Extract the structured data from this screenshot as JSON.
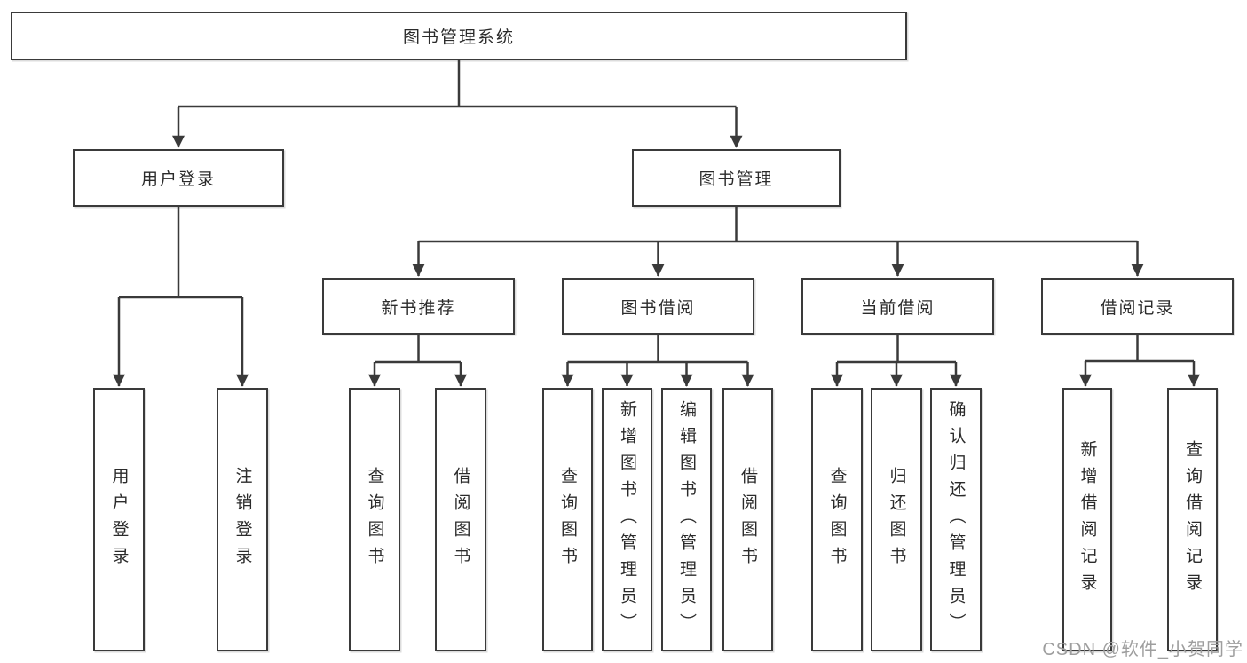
{
  "colors": {
    "line": "#3a3a3a",
    "text": "#2b2b2b",
    "watermark": "#9e9e9e"
  },
  "watermark": "CSDN @软件_小贺同学",
  "tree": {
    "label": "图书管理系统",
    "children": [
      {
        "label": "用户登录",
        "children": [
          {
            "label": "用户登录"
          },
          {
            "label": "注销登录"
          }
        ]
      },
      {
        "label": "图书管理",
        "children": [
          {
            "label": "新书推荐",
            "children": [
              {
                "label": "查询图书"
              },
              {
                "label": "借阅图书"
              }
            ]
          },
          {
            "label": "图书借阅",
            "children": [
              {
                "label": "查询图书"
              },
              {
                "label": "新增图书（管理员）"
              },
              {
                "label": "编辑图书（管理员）"
              },
              {
                "label": "借阅图书"
              }
            ]
          },
          {
            "label": "当前借阅",
            "children": [
              {
                "label": "查询图书"
              },
              {
                "label": "归还图书"
              },
              {
                "label": "确认归还（管理员）"
              }
            ]
          },
          {
            "label": "借阅记录",
            "children": [
              {
                "label": "新增借阅记录"
              },
              {
                "label": "查询借阅记录"
              }
            ]
          }
        ]
      }
    ]
  }
}
